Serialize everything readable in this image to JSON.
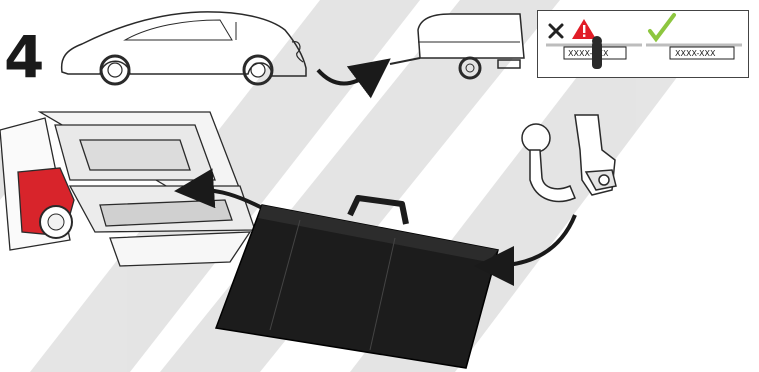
{
  "step": {
    "number": "4"
  },
  "plates": {
    "wrong": {
      "text": "XXXX-XXX",
      "status_icon": "cross-mark-icon",
      "warning_icon": "warning-triangle-icon"
    },
    "right": {
      "text": "XXXX-XXX",
      "status_icon": "check-mark-icon"
    }
  },
  "colors": {
    "outline": "#2a2a2a",
    "watermark": "#dcdcdc",
    "warning_red": "#e11d27",
    "check_green": "#8dc63f",
    "taillight_red": "#d8242b",
    "bag_black": "#1c1c1c"
  }
}
